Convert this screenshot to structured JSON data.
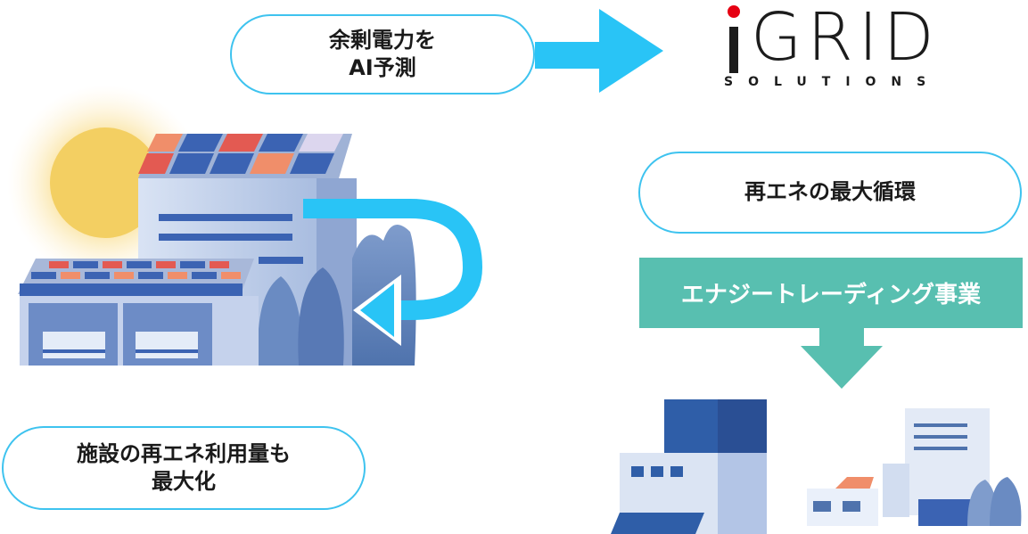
{
  "bubbles": {
    "ai_forecast": {
      "line1": "余剰電力を",
      "line2": "AI予測"
    },
    "max_cycle": {
      "label": "再エネの最大循環"
    },
    "facility": {
      "line1": "施設の再エネ利用量も",
      "line2": "最大化"
    }
  },
  "banner": {
    "label": "エナジートレーディング事業"
  },
  "logo": {
    "title": "GRID",
    "subtitle": "SOLUTIONS",
    "i_letter": "i"
  },
  "colors": {
    "accent_blue": "#29c4f6",
    "teal": "#58bfb0",
    "logo_red": "#e60012",
    "building_blue": "#2f5ea8"
  }
}
